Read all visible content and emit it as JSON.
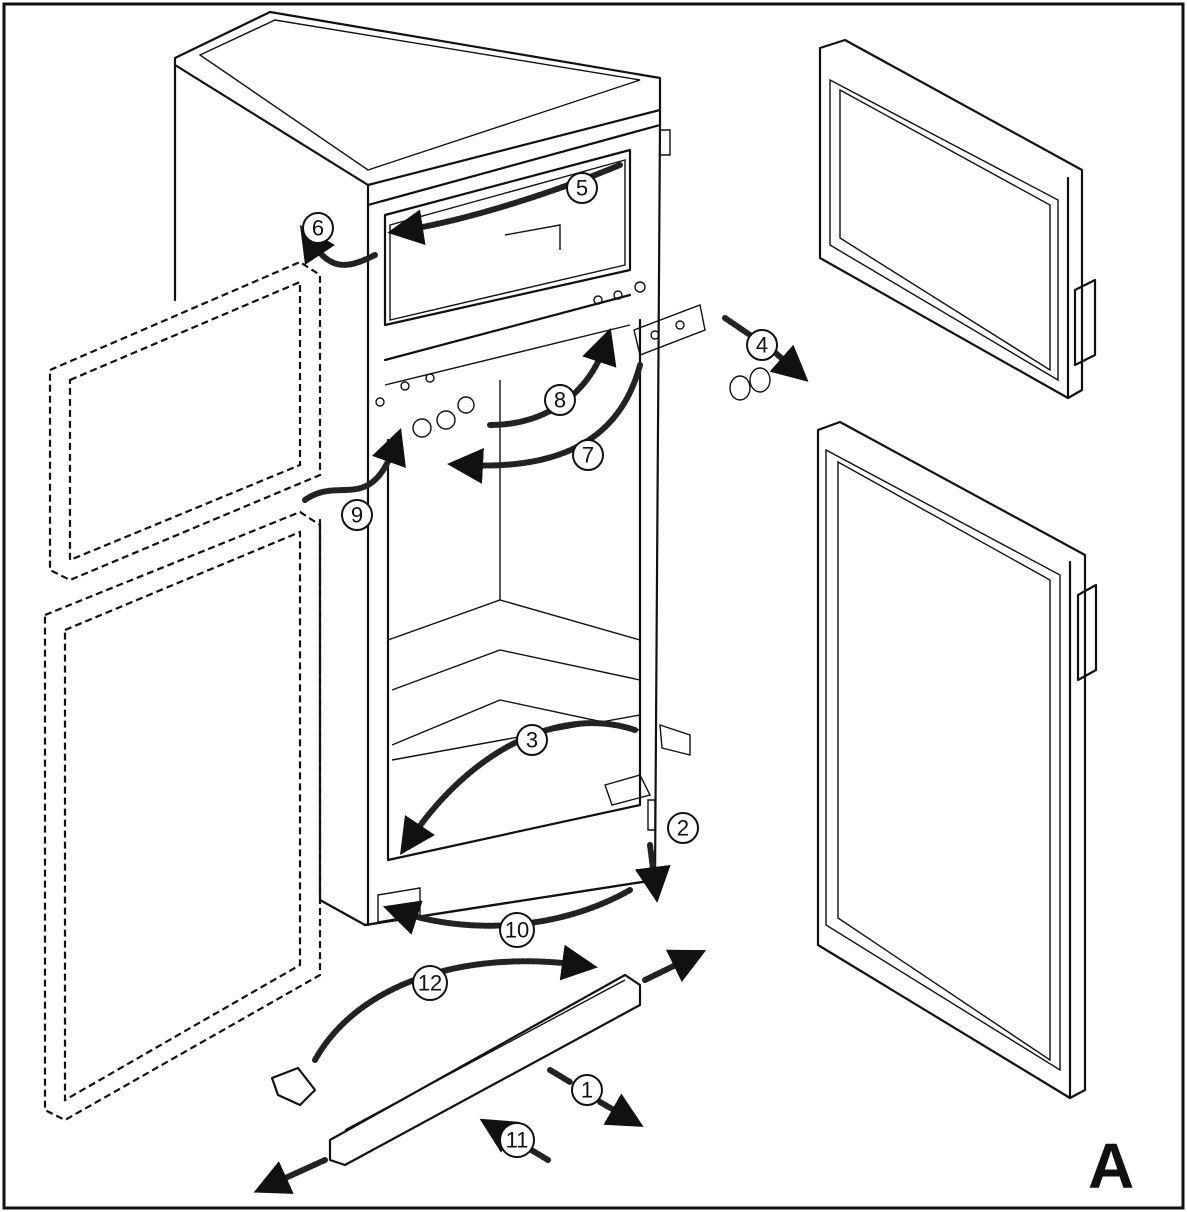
{
  "figure_letter": "A",
  "callouts": [
    "1",
    "2",
    "3",
    "4",
    "5",
    "6",
    "7",
    "8",
    "9",
    "10",
    "11",
    "12"
  ]
}
